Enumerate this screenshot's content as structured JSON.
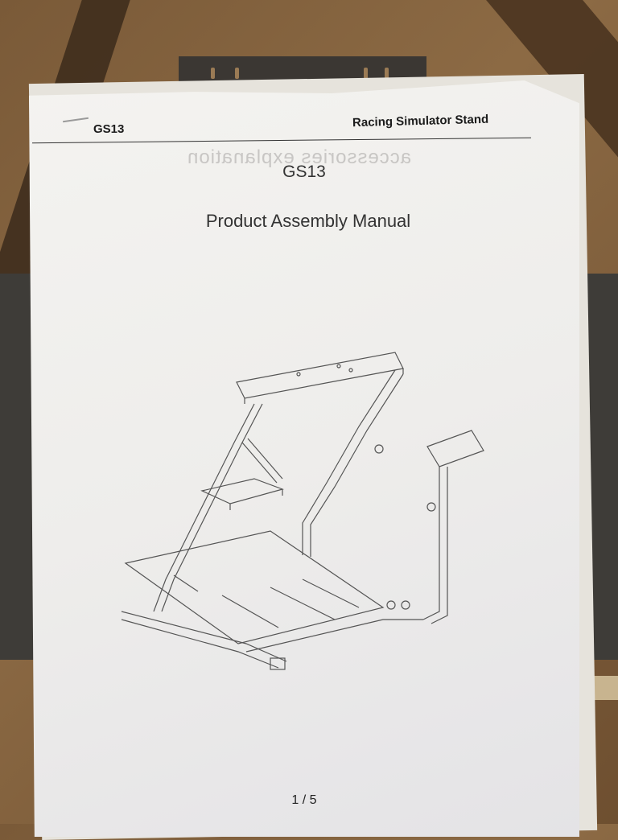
{
  "document": {
    "header": {
      "left": "GS13",
      "right": "Racing Simulator Stand"
    },
    "model": "GS13",
    "title": "Product Assembly Manual",
    "show_through_text": "accessories explanation",
    "figure": {
      "description": "Line drawing of racing simulator stand with steering wheel plate, pedal plate and gear shifter mount",
      "icon": "racing-stand-illustration"
    },
    "page_number": "1 / 5"
  },
  "colors": {
    "paper": "#f0efec",
    "text": "#333333",
    "background_wood": "#7a5a38",
    "monitor": "#3e3c38"
  }
}
